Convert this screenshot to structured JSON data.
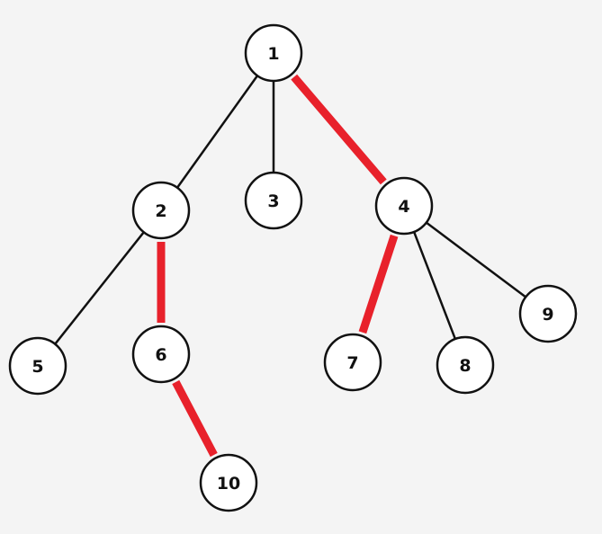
{
  "colors": {
    "background": "#f4f4f4",
    "edge_normal": "#111111",
    "edge_highlight": "#e8212b",
    "node_fill": "#ffffff",
    "node_stroke": "#111111",
    "label": "#111111"
  },
  "nodes": [
    {
      "id": "1",
      "label": "1"
    },
    {
      "id": "2",
      "label": "2"
    },
    {
      "id": "3",
      "label": "3"
    },
    {
      "id": "4",
      "label": "4"
    },
    {
      "id": "5",
      "label": "5"
    },
    {
      "id": "6",
      "label": "6"
    },
    {
      "id": "7",
      "label": "7"
    },
    {
      "id": "8",
      "label": "8"
    },
    {
      "id": "9",
      "label": "9"
    },
    {
      "id": "10",
      "label": "10"
    }
  ],
  "edges": [
    {
      "from": "1",
      "to": "2",
      "highlighted": false
    },
    {
      "from": "1",
      "to": "3",
      "highlighted": false
    },
    {
      "from": "1",
      "to": "4",
      "highlighted": true
    },
    {
      "from": "2",
      "to": "5",
      "highlighted": false
    },
    {
      "from": "2",
      "to": "6",
      "highlighted": true
    },
    {
      "from": "6",
      "to": "10",
      "highlighted": true
    },
    {
      "from": "4",
      "to": "7",
      "highlighted": true
    },
    {
      "from": "4",
      "to": "8",
      "highlighted": false
    },
    {
      "from": "4",
      "to": "9",
      "highlighted": false
    }
  ]
}
